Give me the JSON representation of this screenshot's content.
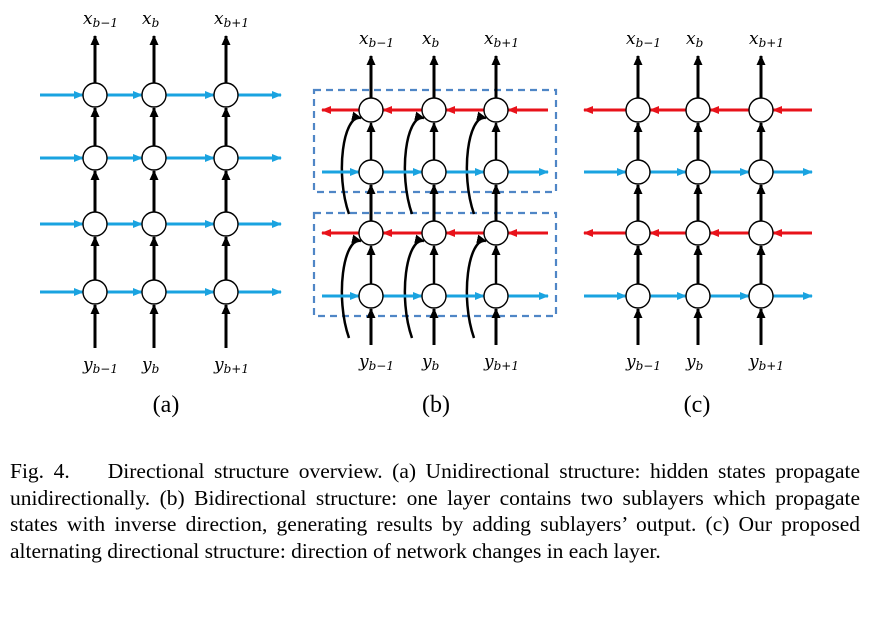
{
  "colors": {
    "forward": "#1aa3e0",
    "backward": "#e8121a",
    "vertical": "#000000",
    "box": "#4f86c6"
  },
  "labels": {
    "x": "x",
    "y": "y",
    "sub_prev": "b−1",
    "sub_cur": "b",
    "sub_next": "b+1"
  },
  "panels": [
    {
      "id": "a",
      "label": "(a)",
      "layers": [
        "forward",
        "forward",
        "forward",
        "forward"
      ],
      "boxes": false
    },
    {
      "id": "b",
      "label": "(b)",
      "layers": [
        "backward",
        "forward",
        "backward",
        "forward"
      ],
      "boxes": true
    },
    {
      "id": "c",
      "label": "(c)",
      "layers": [
        "backward",
        "forward",
        "backward",
        "forward"
      ],
      "boxes": false
    }
  ],
  "caption": {
    "fig": "Fig. 4.",
    "text": "Directional structure overview. (a) Unidirectional structure: hidden states propagate unidirectionally. (b) Bidirectional structure: one layer contains two sublayers which propagate states with inverse direction, generating results by adding sublayers’ output. (c) Our proposed alternating directional structure: direction of network changes in each layer."
  }
}
